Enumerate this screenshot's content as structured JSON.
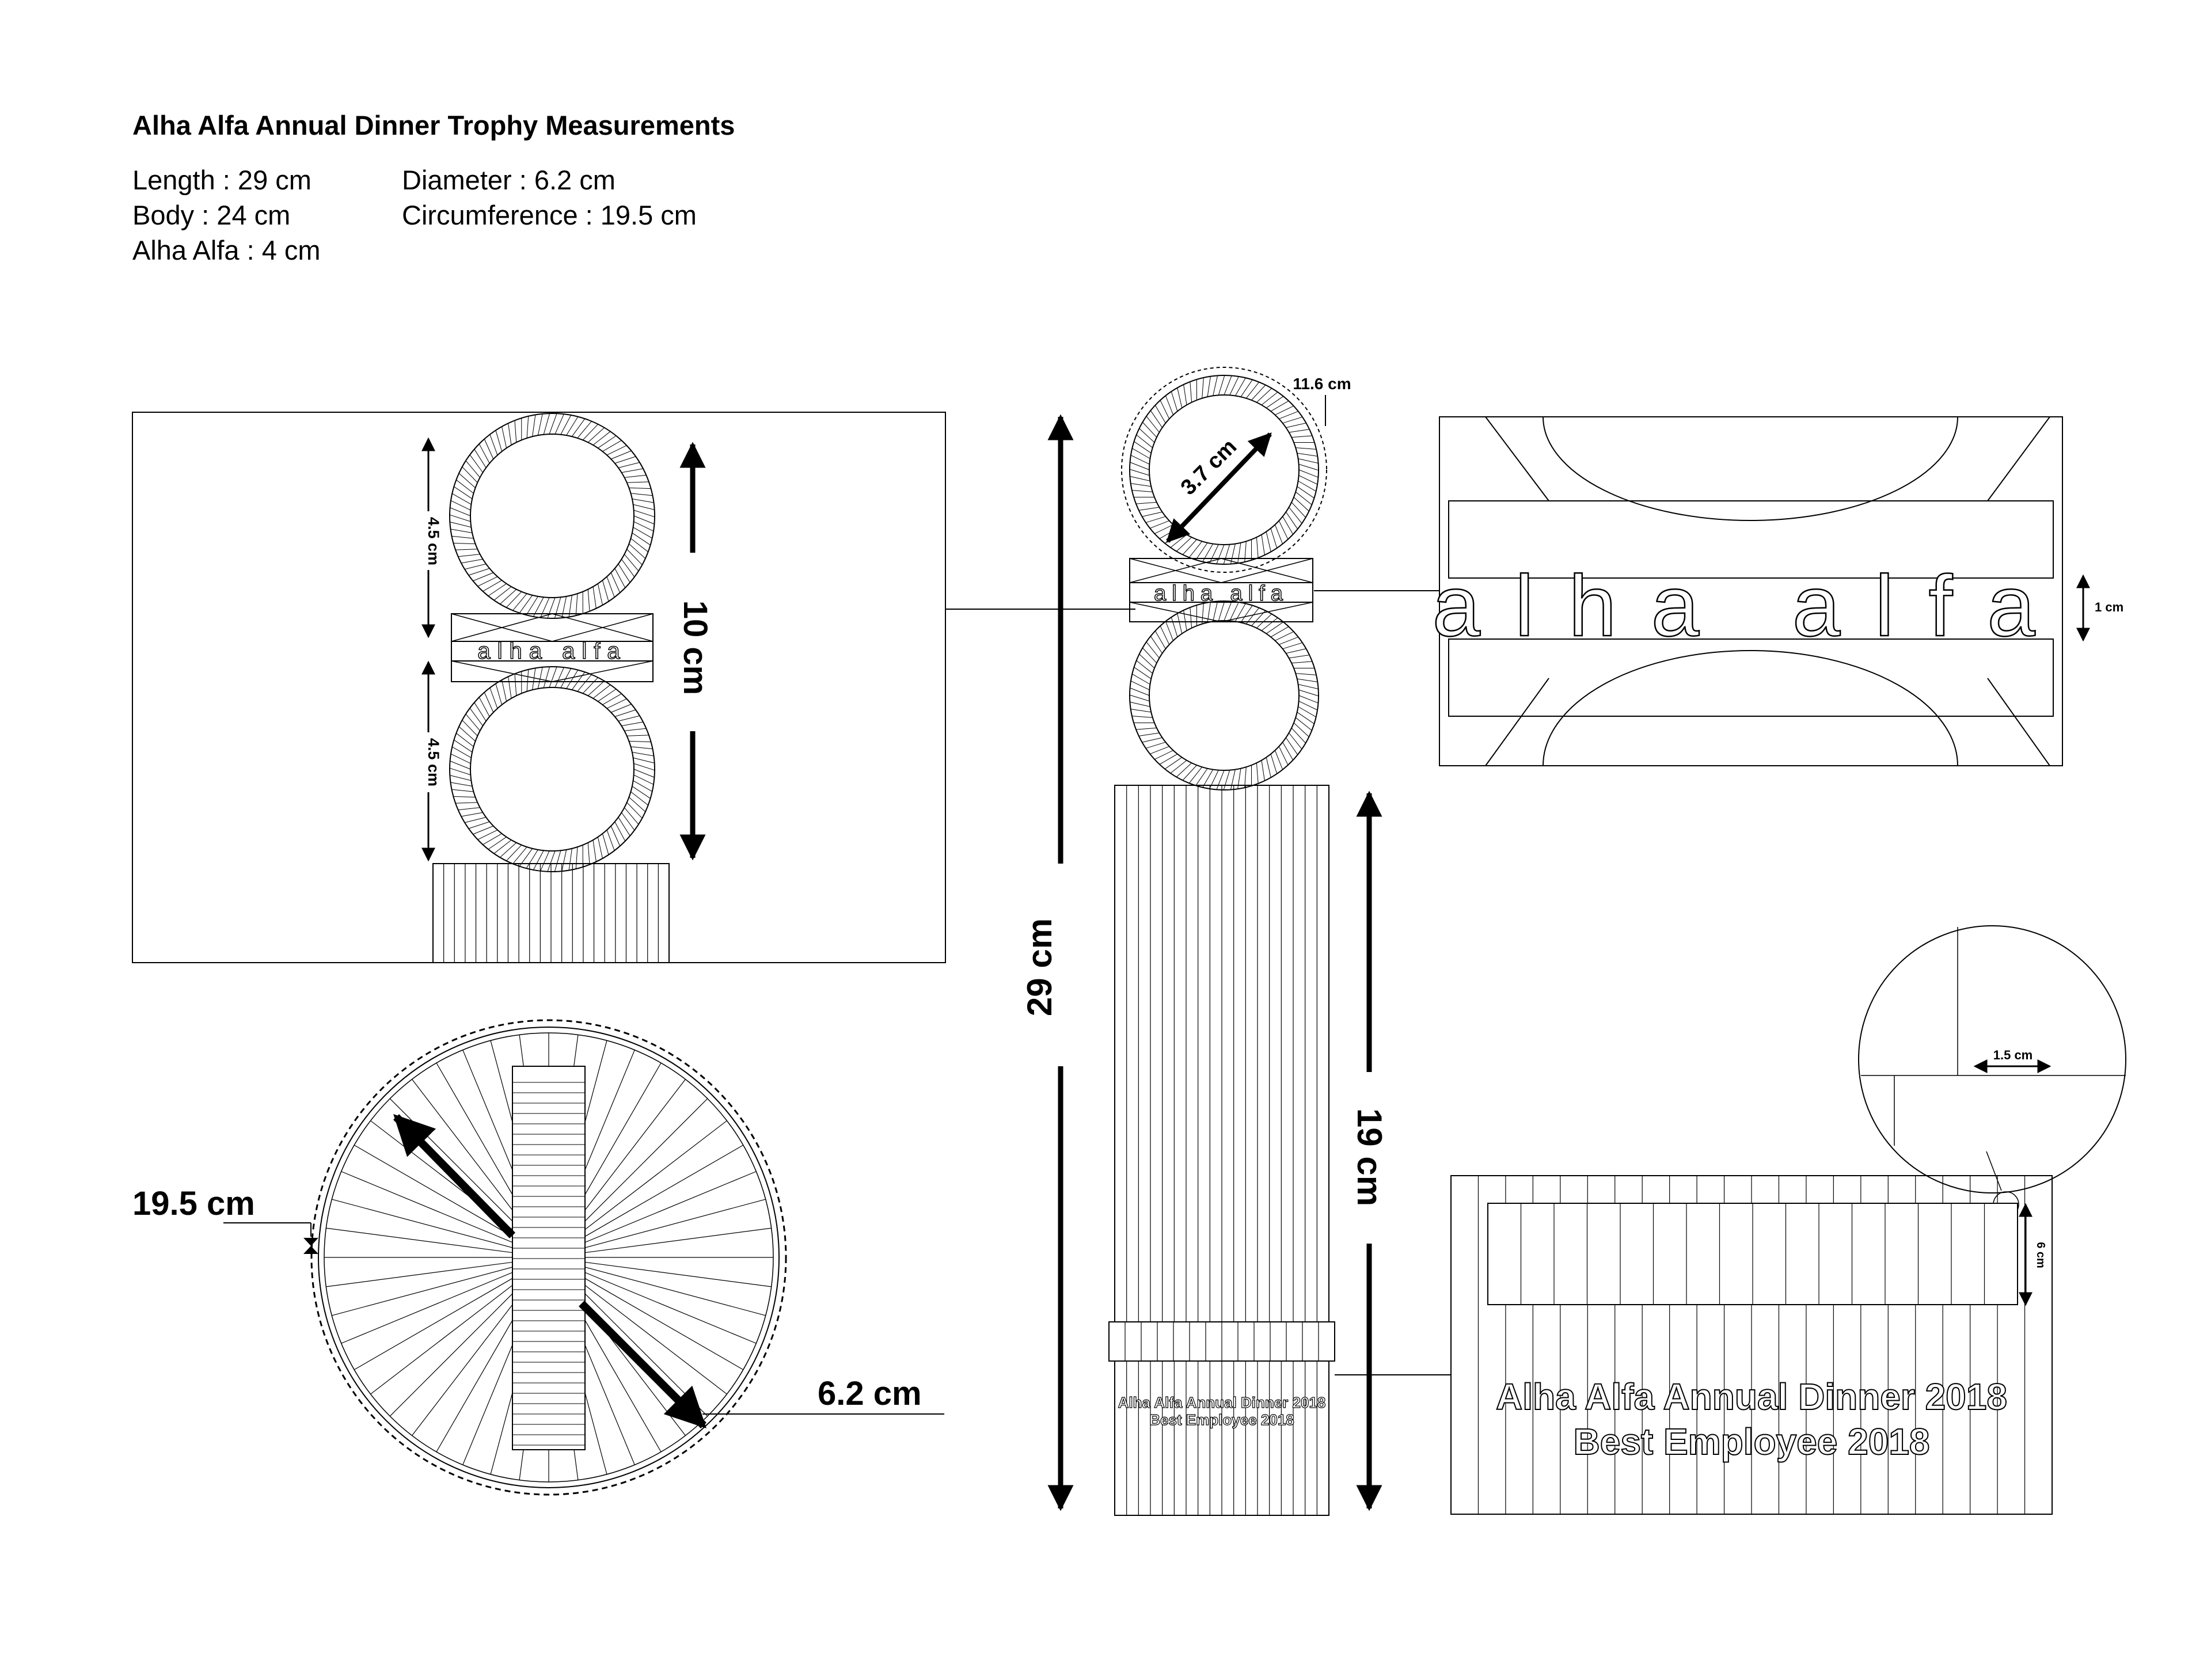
{
  "title": "Alha Alfa Annual Dinner Trophy Measurements",
  "specs_left": [
    "Length : 29 cm",
    "Body : 24 cm",
    "Alha Alfa : 4 cm"
  ],
  "specs_right": [
    "Diameter : 6.2 cm",
    "Circumference : 19.5 cm"
  ],
  "logo_text": "alha alfa",
  "engraving": {
    "line1": "Alha Alfa Annual Dinner 2018",
    "line2": "Best Employee 2018"
  },
  "dims": {
    "top_view_ring": "10 cm",
    "top_view_circle": "4.5 cm",
    "total_length": "29 cm",
    "ring_inner": "3.7 cm",
    "ring_outer": "11.6 cm",
    "body": "19 cm",
    "logo_height": "1 cm",
    "base_circumference": "19.5 cm",
    "base_diameter": "6.2 cm",
    "detail_width": "1.5 cm",
    "band_height": "6 cm"
  },
  "colors": {
    "ink": "#000000",
    "paper": "#ffffff"
  }
}
